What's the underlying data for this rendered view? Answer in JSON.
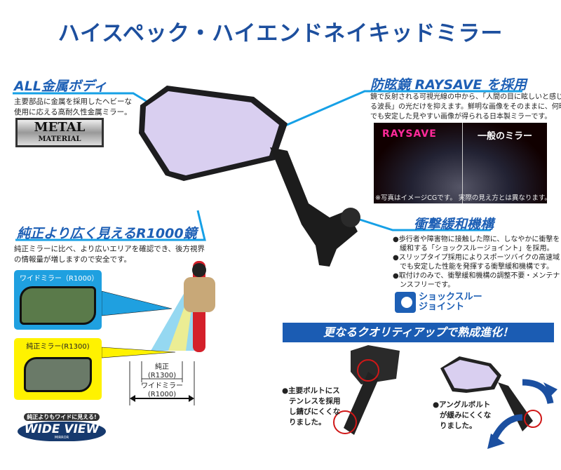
{
  "title": "ハイスペック・ハイエンドネイキッドミラー",
  "metal": {
    "heading": "ALL金属ボディ",
    "lines": [
      "主要部品に金属を採用したヘビーな",
      "使用に応える高耐久性金属ミラー。"
    ],
    "badge_line1": "METAL",
    "badge_line2": "MATERIAL"
  },
  "raysave": {
    "heading": "防眩鏡 RAYSAVE を採用",
    "lines": [
      "鏡で反射される可視光線の中から、「人間の目に眩しいと感じ",
      "る波長」の光だけを抑えます。鮮明な画像をそのままに、何時",
      "でも安定した見やすい画像が得られる日本製ミラーです。"
    ],
    "photo_left": "RAYSAVE",
    "photo_right": "一般のミラー",
    "photo_note": "※写真はイメージCGです。 実際の見え方とは異なります。"
  },
  "shock": {
    "heading": "衝撃緩和機構",
    "bullets": [
      "●歩行者や障害物に接触した際に、しなやかに衝撃を",
      "　緩和する「ショックスルージョイント」を採用。",
      "●スリップタイプ採用によりスポーツバイクの高速域",
      "　でも安定した性能を発揮する衝撃緩和機構です。",
      "●取付けのみで、衝撃緩和機構の調整不要・メンテナ",
      "　ンスフリーです。"
    ],
    "logo_line1": "ショックスルー",
    "logo_line2": "ジョイント"
  },
  "wide": {
    "heading": "純正より広く見えるR1000鏡",
    "lines": [
      "純正ミラーに比べ、より広いエリアを確認でき、後方視界",
      "の情報量が増しますので安全です。"
    ],
    "wide_label": "ワイドミラー（R1000）",
    "stock_label": "純正ミラー(R1300)",
    "dim_stock": [
      "純正",
      "(R1300)"
    ],
    "dim_wide": [
      "ワイドミラー",
      "(R1000)"
    ],
    "logo_tag": "純正よりもワイドに見える!",
    "logo_main": "WIDE VIEW",
    "logo_sub": "MIRROR"
  },
  "quality": {
    "banner": "更なるクオリティアップで熟成進化！",
    "left_note": [
      "●主要ボルトにス",
      "テンレスを採用",
      "し錆びにくくな",
      "りました。"
    ],
    "right_note": [
      "●アングルボルト",
      "が緩みにくくな",
      "りました。"
    ]
  },
  "colors": {
    "brand_blue": "#1d4f9e",
    "accent_cyan": "#16a0e6",
    "wide_box": "#1fa0e0",
    "stock_box": "#fff200",
    "raysave_pink": "#ff2a9a"
  }
}
